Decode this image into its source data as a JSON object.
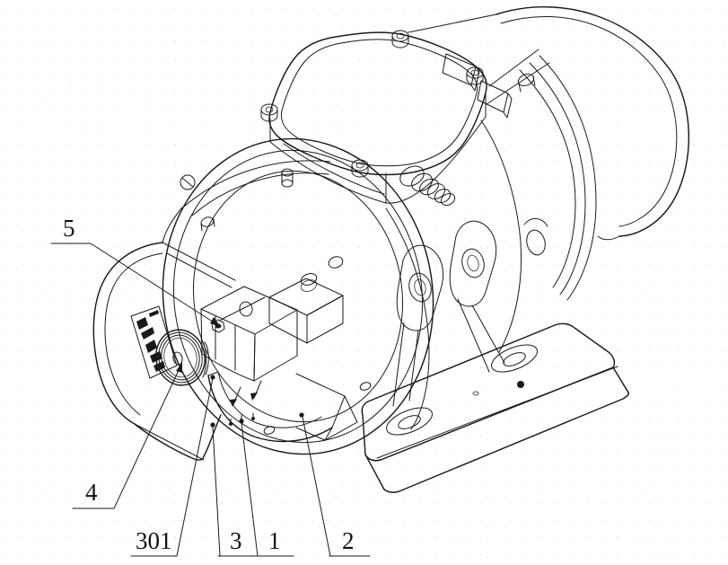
{
  "figure": {
    "subject": "vibration-motor-isometric-line-drawing",
    "colors": {
      "background": "#ffffff",
      "line": "#1a1a1a",
      "label": "#111111"
    },
    "callouts": [
      {
        "label": "5"
      },
      {
        "label": "4"
      },
      {
        "label": "301"
      },
      {
        "label": "3"
      },
      {
        "label": "1"
      },
      {
        "label": "2"
      }
    ],
    "nameplate": {
      "legible": false
    },
    "scale_markings": {
      "needle_count": 2,
      "tick_glyph_count": 3
    }
  }
}
